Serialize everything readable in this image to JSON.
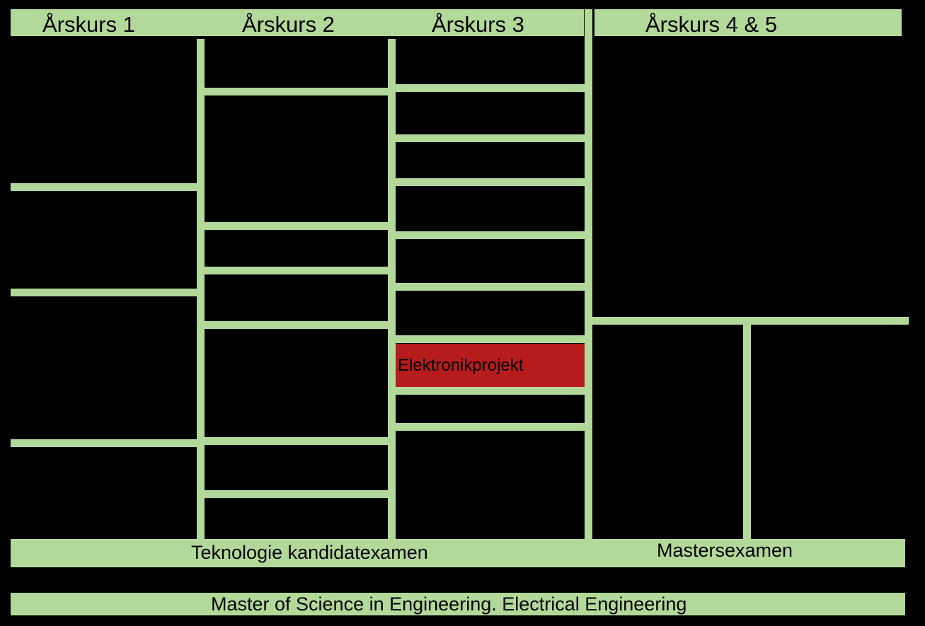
{
  "header": {
    "years": [
      "Årskurs 1",
      "Årskurs 2",
      "Årskurs 3",
      "Årskurs 4 & 5"
    ]
  },
  "highlighted_course": {
    "label": "Elektronikprojekt",
    "color": "#b71c1c"
  },
  "degrees": {
    "bachelor": "Teknologie kandidatexamen",
    "master": "Mastersexamen",
    "program": "Master of Science in Engineering. Electrical Engineering"
  },
  "colors": {
    "bar": "#b3d99a",
    "background": "#000000"
  }
}
